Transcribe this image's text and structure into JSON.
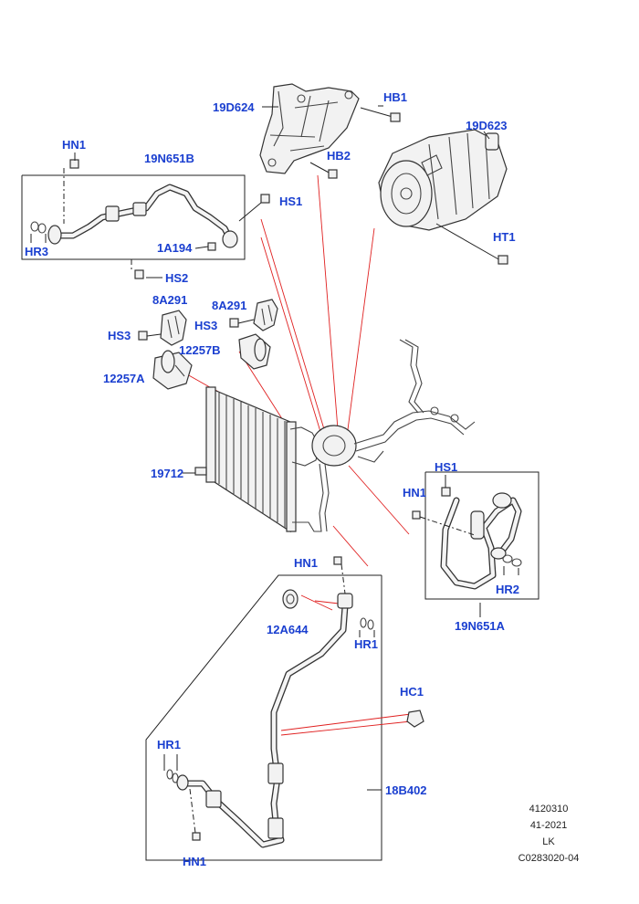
{
  "labels": {
    "hb1": "HB1",
    "d624": "19D624",
    "d623": "19D623",
    "hb2": "HB2",
    "hn1_top": "HN1",
    "n651b": "19N651B",
    "hs1_top": "HS1",
    "hr3": "HR3",
    "a194": "1A194",
    "hs2": "HS2",
    "ht1": "HT1",
    "a291_left": "8A291",
    "a291_right": "8A291",
    "hs3_left": "HS3",
    "hs3_right": "HS3",
    "b12257": "12257B",
    "a12257": "12257A",
    "c19712": "19712",
    "hs1_right": "HS1",
    "hn1_right": "HN1",
    "hr2": "HR2",
    "n651a": "19N651A",
    "hn1_mid": "HN1",
    "a644": "12A644",
    "hr1_mid": "HR1",
    "hc1": "HC1",
    "hr1_low": "HR1",
    "b402": "18B402",
    "hn1_bottom": "HN1"
  },
  "info": {
    "line1": "4120310",
    "line2": "41-2021",
    "line3": "LK",
    "line4": "C0283020-04"
  }
}
